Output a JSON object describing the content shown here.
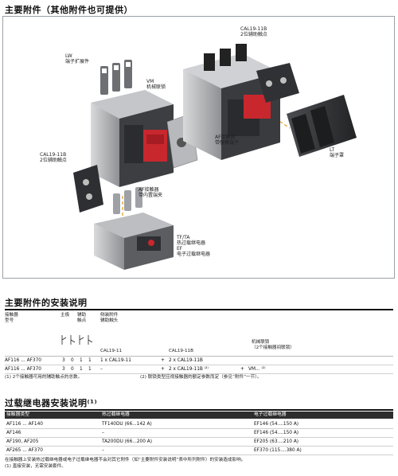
{
  "main_accessories": {
    "title": "主要附件（其他附件也可提供）",
    "labels": {
      "lw": [
        "LW",
        "端子扩展件"
      ],
      "vm": [
        "VM",
        "机械联锁"
      ],
      "cal_top": [
        "CAL19-11B",
        "2位辅助触点"
      ],
      "af_spring": [
        "AF接触器",
        "带弹簧端子"
      ],
      "lt": [
        "LT",
        "端子罩"
      ],
      "cal_left": [
        "CAL19-11B",
        "2位辅助触点"
      ],
      "af_box": [
        "AF接触器",
        "带内置端夹"
      ],
      "tf_ef": [
        "TF/TA",
        "热过载继电器",
        "EF",
        "电子过载继电器"
      ]
    }
  },
  "install_section": {
    "title": "主要附件的安装说明",
    "col_contactor": [
      "接触器",
      "型号"
    ],
    "col_main": "主极",
    "col_aux": [
      "辅助",
      "触点"
    ],
    "col_side": [
      "侧装附件",
      "辅助触头"
    ],
    "sub_cal1911": "CAL19-11",
    "sub_cal1911b": "CAL19-11B",
    "col_mech": [
      "机械联锁",
      "（2个接触器间联锁）"
    ],
    "rows": [
      {
        "type": "AF116 ... AF370",
        "n1": "3",
        "n2": "0",
        "n3": "1",
        "n4": "1",
        "side1": "1 x CAL19-11",
        "plus1": "+",
        "side2": "2 x CAL19-11B",
        "plus2": "",
        "mech": ""
      },
      {
        "type": "AF116 ... AF370",
        "n1": "3",
        "n2": "0",
        "n3": "1",
        "n4": "1",
        "side1": "–",
        "plus1": "+",
        "side2": "2 x CAL19-11B ⁽²⁾",
        "plus2": "+",
        "mech": "VM... ⁽²⁾"
      }
    ],
    "note1": "(1) 2个接触器可用的辅助触点的总数。",
    "note2": "(2) 联锁类型应视接触器的额定参数而定（参见“附件”一节）。"
  },
  "relay_section": {
    "title": "过载继电器安装说明⁽¹⁾",
    "headers": [
      "接触器类型",
      "热过载继电器",
      "电子过载继电器"
    ],
    "rows": [
      [
        "AF116 ... AF140",
        "TF140DU (66...142 A)",
        "EF146 (54....150 A)"
      ],
      [
        "AF146",
        "–",
        "EF146 (54....150 A)"
      ],
      [
        "AF190, AF205",
        "TA200DU (66...200 A)",
        "EF205 (63....210 A)"
      ],
      [
        "AF265 ... AF370",
        "–",
        "EF370 (115....380 A)"
      ]
    ],
    "note_main": "在接触器上安装热过载继电器或电子过载继电器不会对其它附件（如“主要附件安装说明”表中所列附件）的安装造成影响。",
    "note1": "(1) 直接安装，无需安装套件。"
  }
}
